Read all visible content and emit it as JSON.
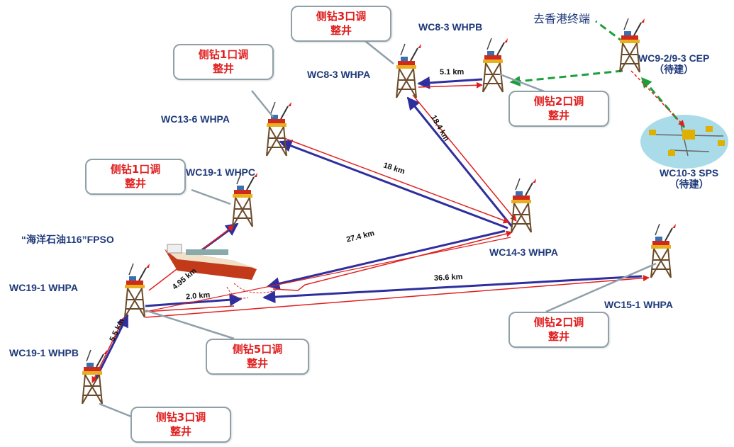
{
  "platforms": {
    "wc8_3_whpb": "WC8-3 WHPB",
    "wc8_3_whpa": "WC8-3 WHPA",
    "wc13_6_whpa": "WC13-6 WHPA",
    "wc19_1_whpc": "WC19-1 WHPC",
    "wc19_1_whpa": "WC19-1 WHPA",
    "wc19_1_whpb": "WC19-1 WHPB",
    "wc14_3_whpa": "WC14-3 WHPA",
    "wc15_1_whpa": "WC15-1 WHPA",
    "wc9_cep_line1": "WC9-2/9-3 CEP",
    "wc9_cep_line2": "（待建）",
    "wc10_3_sps_line1": "WC10-3 SPS",
    "wc10_3_sps_line2": "（待建）",
    "hk_terminal": "去香港终端"
  },
  "fpso": "“海洋石油116”FPSO",
  "distances": {
    "d_5_1": "5.1 km",
    "d_18_4": "18.4 km",
    "d_18": "18 km",
    "d_27_4": "27.4 km",
    "d_36_6": "36.6 km",
    "d_4_95": "4.95 km",
    "d_2_0": "2.0 km",
    "d_5_5": "5.5 km"
  },
  "callouts": {
    "c_8_3_a": [
      "侧钻3口调",
      "整井"
    ],
    "c_13_6": [
      "侧钻1口调",
      "整井"
    ],
    "c_19_1_c": [
      "侧钻1口调",
      "整井"
    ],
    "c_8_3_b": [
      "侧钻2口调",
      "整井"
    ],
    "c_19_1_a": [
      "侧钻5口调",
      "整井"
    ],
    "c_19_1_b": [
      "侧钻3口调",
      "整井"
    ],
    "c_15_1": [
      "侧钻2口调",
      "整井"
    ]
  },
  "colors": {
    "pipeline_blue": "#2e2e9e",
    "pipeline_red": "#e02020",
    "pipeline_green": "#1aa03a",
    "callout_text": "#e02020",
    "label_text": "#1f3a7a"
  }
}
